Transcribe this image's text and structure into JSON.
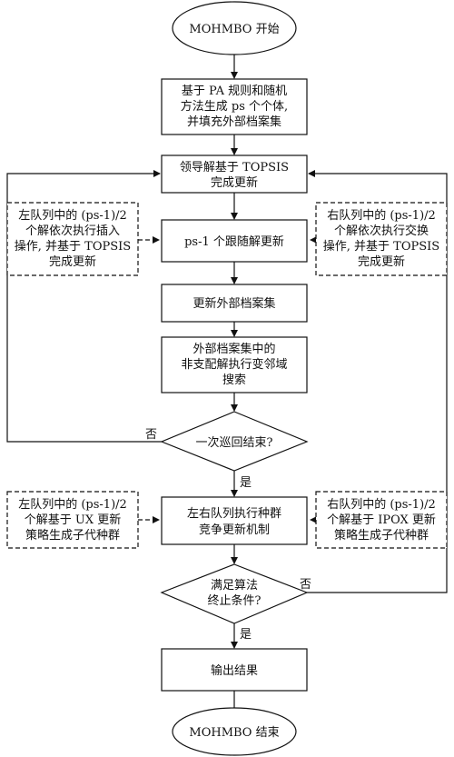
{
  "flowchart": {
    "start": "MOHMBO 开始",
    "init": [
      "基于 PA 规则和随机",
      "方法生成 ps 个个体,",
      "并填充外部档案集"
    ],
    "leader": [
      "领导解基于 TOPSIS",
      "完成更新"
    ],
    "left_note_1": [
      "左队列中的 (ps-1)/2",
      "个解依次执行插入",
      "操作, 并基于 TOPSIS",
      "完成更新"
    ],
    "follower": "ps-1 个跟随解更新",
    "right_note_1": [
      "右队列中的 (ps-1)/2",
      "个解依次执行交换",
      "操作, 并基于 TOPSIS",
      "完成更新"
    ],
    "archive_update": "更新外部档案集",
    "vns": [
      "外部档案集中的",
      "非支配解执行变邻域",
      "搜索"
    ],
    "decision_tour": "一次巡回结束?",
    "no_label_1": "否",
    "yes_label_1": "是",
    "left_note_2": [
      "左队列中的 (ps-1)/2",
      "个解基于 UX 更新",
      "策略生成子代种群"
    ],
    "compete": [
      "左右队列执行种群",
      "竞争更新机制"
    ],
    "right_note_2": [
      "右队列中的 (ps-1)/2",
      "个解基于 IPOX 更新",
      "策略生成子代种群"
    ],
    "decision_stop": [
      "满足算法",
      "终止条件?"
    ],
    "no_label_2": "否",
    "yes_label_2": "是",
    "output": "输出结果",
    "end": "MOHMBO 结束"
  }
}
